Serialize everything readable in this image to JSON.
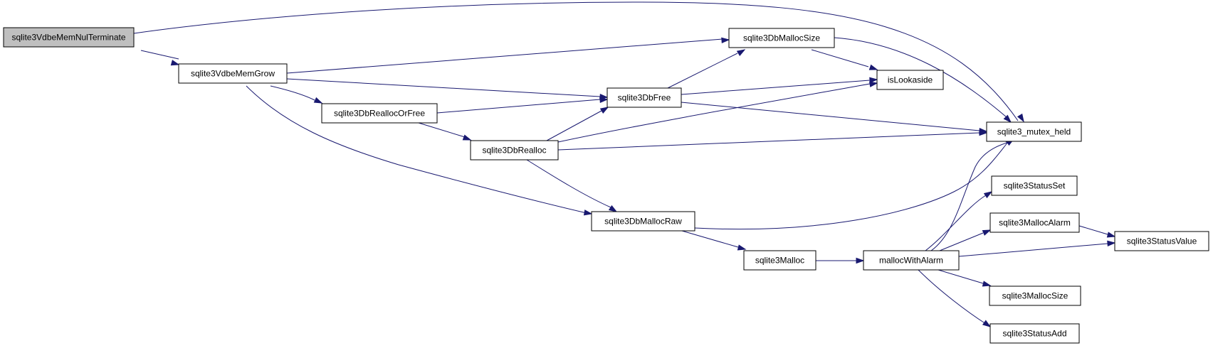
{
  "nodes": [
    {
      "id": "n_nul",
      "label": "sqlite3VdbeMemNulTerminate",
      "highlight": true
    },
    {
      "id": "n_grow",
      "label": "sqlite3VdbeMemGrow"
    },
    {
      "id": "n_msize",
      "label": "sqlite3DbMallocSize"
    },
    {
      "id": "n_isl",
      "label": "isLookaside"
    },
    {
      "id": "n_free",
      "label": "sqlite3DbFree"
    },
    {
      "id": "n_rof",
      "label": "sqlite3DbReallocOrFree"
    },
    {
      "id": "n_realloc",
      "label": "sqlite3DbRealloc"
    },
    {
      "id": "n_mutex",
      "label": "sqlite3_mutex_held"
    },
    {
      "id": "n_sset",
      "label": "sqlite3StatusSet"
    },
    {
      "id": "n_malarm",
      "label": "sqlite3MallocAlarm"
    },
    {
      "id": "n_raw",
      "label": "sqlite3DbMallocRaw"
    },
    {
      "id": "n_sval",
      "label": "sqlite3StatusValue"
    },
    {
      "id": "n_malloc",
      "label": "sqlite3Malloc"
    },
    {
      "id": "n_mwa",
      "label": "mallocWithAlarm"
    },
    {
      "id": "n_mallocsize",
      "label": "sqlite3MallocSize"
    },
    {
      "id": "n_sadd",
      "label": "sqlite3StatusAdd"
    }
  ],
  "edges": [
    {
      "from": "n_nul",
      "to": "n_grow"
    },
    {
      "from": "n_nul",
      "to": "n_mutex"
    },
    {
      "from": "n_grow",
      "to": "n_msize"
    },
    {
      "from": "n_grow",
      "to": "n_free"
    },
    {
      "from": "n_grow",
      "to": "n_rof"
    },
    {
      "from": "n_grow",
      "to": "n_raw"
    },
    {
      "from": "n_msize",
      "to": "n_isl"
    },
    {
      "from": "n_msize",
      "to": "n_mutex"
    },
    {
      "from": "n_free",
      "to": "n_msize"
    },
    {
      "from": "n_free",
      "to": "n_isl"
    },
    {
      "from": "n_free",
      "to": "n_mutex"
    },
    {
      "from": "n_rof",
      "to": "n_free"
    },
    {
      "from": "n_rof",
      "to": "n_realloc"
    },
    {
      "from": "n_realloc",
      "to": "n_free"
    },
    {
      "from": "n_realloc",
      "to": "n_isl"
    },
    {
      "from": "n_realloc",
      "to": "n_mutex"
    },
    {
      "from": "n_realloc",
      "to": "n_raw"
    },
    {
      "from": "n_raw",
      "to": "n_mutex"
    },
    {
      "from": "n_raw",
      "to": "n_malloc"
    },
    {
      "from": "n_malloc",
      "to": "n_mwa"
    },
    {
      "from": "n_mwa",
      "to": "n_mutex"
    },
    {
      "from": "n_mwa",
      "to": "n_sset"
    },
    {
      "from": "n_mwa",
      "to": "n_malarm"
    },
    {
      "from": "n_mwa",
      "to": "n_sval"
    },
    {
      "from": "n_mwa",
      "to": "n_mallocsize"
    },
    {
      "from": "n_mwa",
      "to": "n_sadd"
    },
    {
      "from": "n_malarm",
      "to": "n_sval"
    }
  ],
  "colors": {
    "edge": "#191970",
    "node_fill": "#ffffff",
    "node_highlight_fill": "#bfbfbf",
    "node_border": "#000000"
  }
}
